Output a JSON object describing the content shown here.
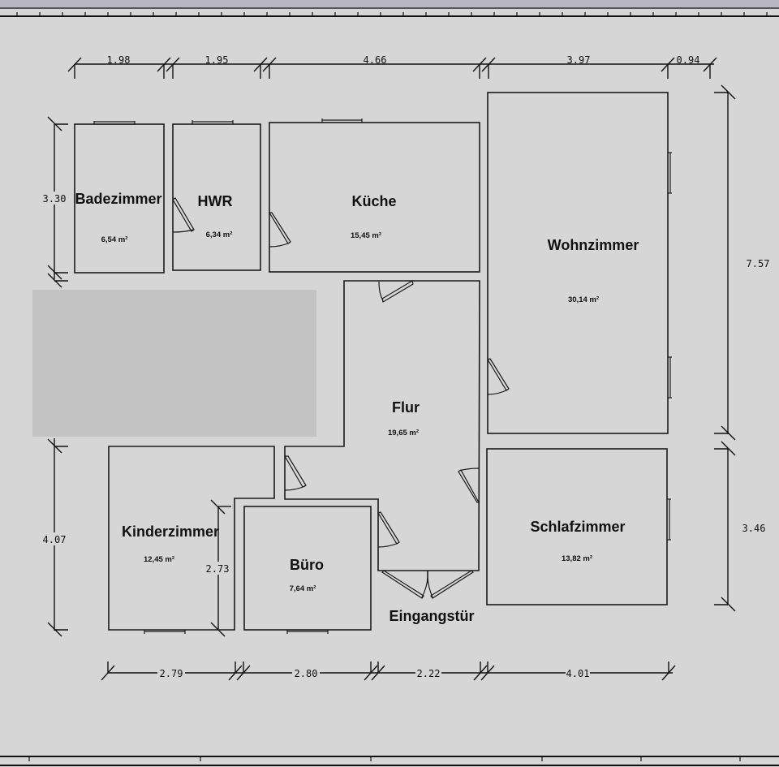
{
  "plan": {
    "background": "#d6d6d6",
    "redaction_color": "#c3c3c3",
    "rooms": [
      {
        "id": "badezimmer",
        "name": "Badezimmer",
        "area": "6,54 m²"
      },
      {
        "id": "hwr",
        "name": "HWR",
        "area": "6,34 m²"
      },
      {
        "id": "kueche",
        "name": "Küche",
        "area": "15,45 m²"
      },
      {
        "id": "wohnzimmer",
        "name": "Wohnzimmer",
        "area": "30,14 m²"
      },
      {
        "id": "flur",
        "name": "Flur",
        "area": "19,65 m²"
      },
      {
        "id": "kinderzimmer",
        "name": "Kinderzimmer",
        "area": "12,45 m²"
      },
      {
        "id": "buero",
        "name": "Büro",
        "area": "7,64 m²"
      },
      {
        "id": "schlafzimmer",
        "name": "Schlafzimmer",
        "area": "13,82 m²"
      }
    ],
    "labels": {
      "entrance": "Eingangstür"
    },
    "dimensions": {
      "top": [
        "1.98",
        "1.95",
        "4.66",
        "3.97",
        "0.94"
      ],
      "bottom": [
        "2.79",
        "2.80",
        "2.22",
        "4.01"
      ],
      "left": [
        "3.30",
        "4.07"
      ],
      "right": [
        "7.57",
        "3.46"
      ],
      "inner": "2.73"
    }
  }
}
